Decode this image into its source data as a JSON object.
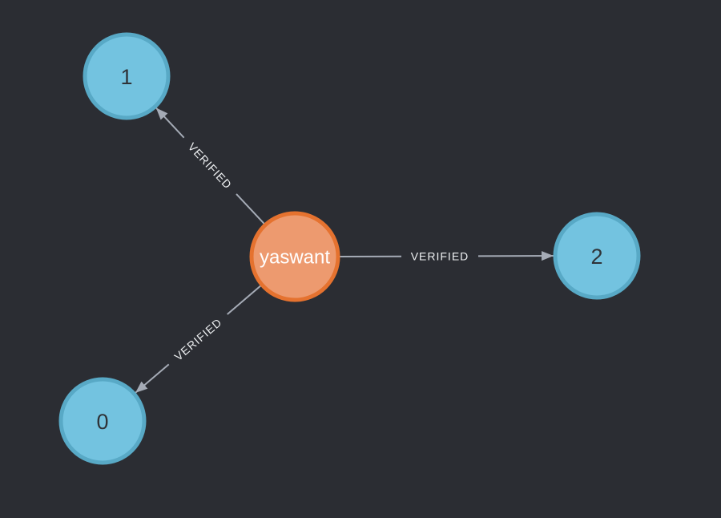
{
  "canvas": {
    "background_color": "#2B2D33"
  },
  "colors": {
    "person_node_fill": "#ED9A6F",
    "person_node_border": "#E5722F",
    "person_node_text": "#FFFFFF",
    "item_node_fill": "#73C3E0",
    "item_node_border": "#58A9C6",
    "item_node_text": "#2F3338",
    "edge_stroke": "#A5ABB6",
    "edge_label_text": "#EFF1F3"
  },
  "graph": {
    "center_node": {
      "label": "yaswant"
    },
    "nodes": [
      {
        "label": "1"
      },
      {
        "label": "2"
      },
      {
        "label": "0"
      }
    ],
    "edges": [
      {
        "label": "VERIFIED",
        "from": "yaswant",
        "to": "1"
      },
      {
        "label": "VERIFIED",
        "from": "yaswant",
        "to": "2"
      },
      {
        "label": "VERIFIED",
        "from": "yaswant",
        "to": "0"
      }
    ]
  }
}
